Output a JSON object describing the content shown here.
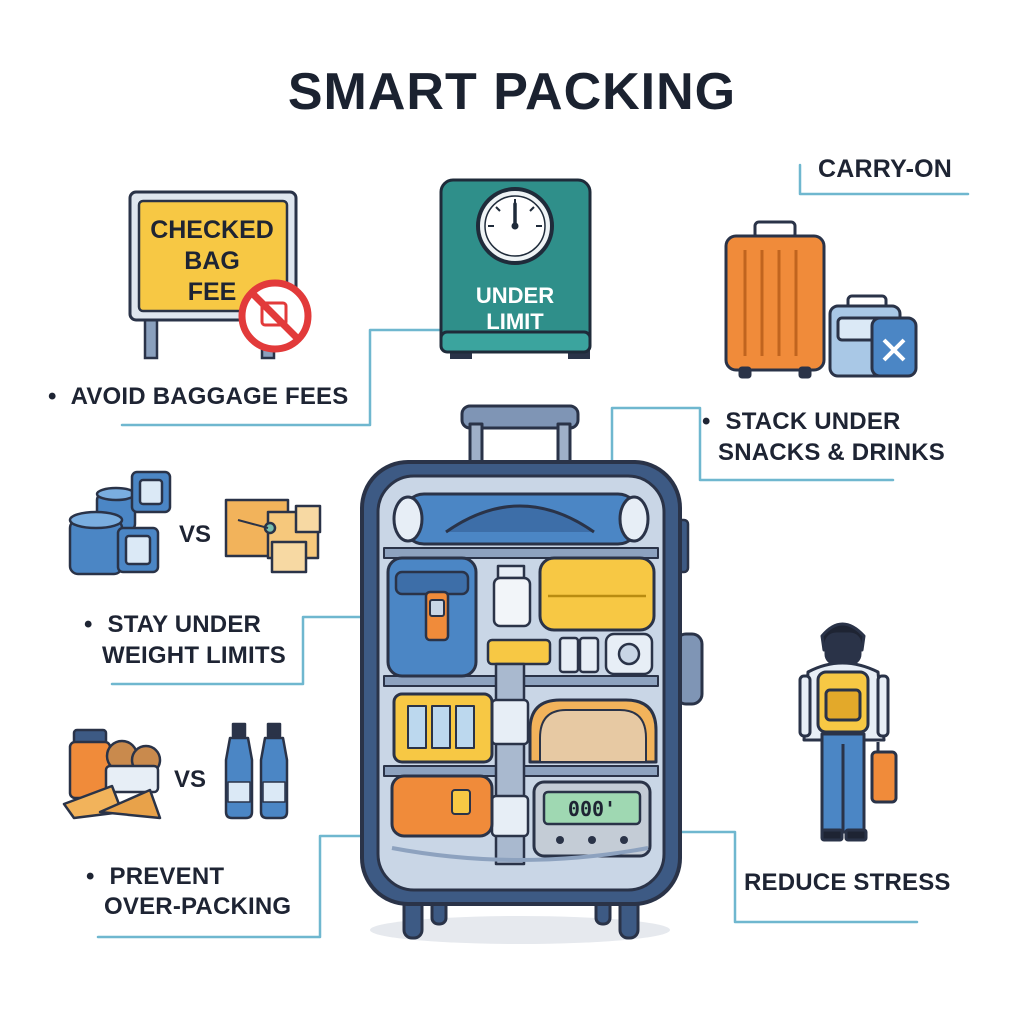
{
  "title": "SMART PACKING",
  "sign": {
    "line1": "CHECKED",
    "line2": "BAG",
    "line3": "FEE"
  },
  "scale": {
    "line1": "UNDER",
    "line2": "LIMIT"
  },
  "carry_on": "CARRY-ON",
  "benefits": {
    "avoid_fees": "AVOID BAGGAGE FEES",
    "stack_line1": "STACK UNDER",
    "stack_line2": "SNACKS & DRINKS",
    "weight_line1": "STAY UNDER",
    "weight_line2": "WEIGHT LIMITS",
    "overpack_line1": "PREVENT",
    "overpack_line2": "OVER-PACKING",
    "stress": "REDUCE STRESS"
  },
  "vs": "VS",
  "display_reading": "000'",
  "colors": {
    "accent_line": "#6fb7cf",
    "suitcase_frame": "#3d5a84",
    "suitcase_fill": "#c9d6e6",
    "sign_yellow": "#f7c844",
    "scale_teal": "#2f8f8a",
    "carry_orange": "#f08b3a",
    "no_red": "#e23a3a"
  }
}
